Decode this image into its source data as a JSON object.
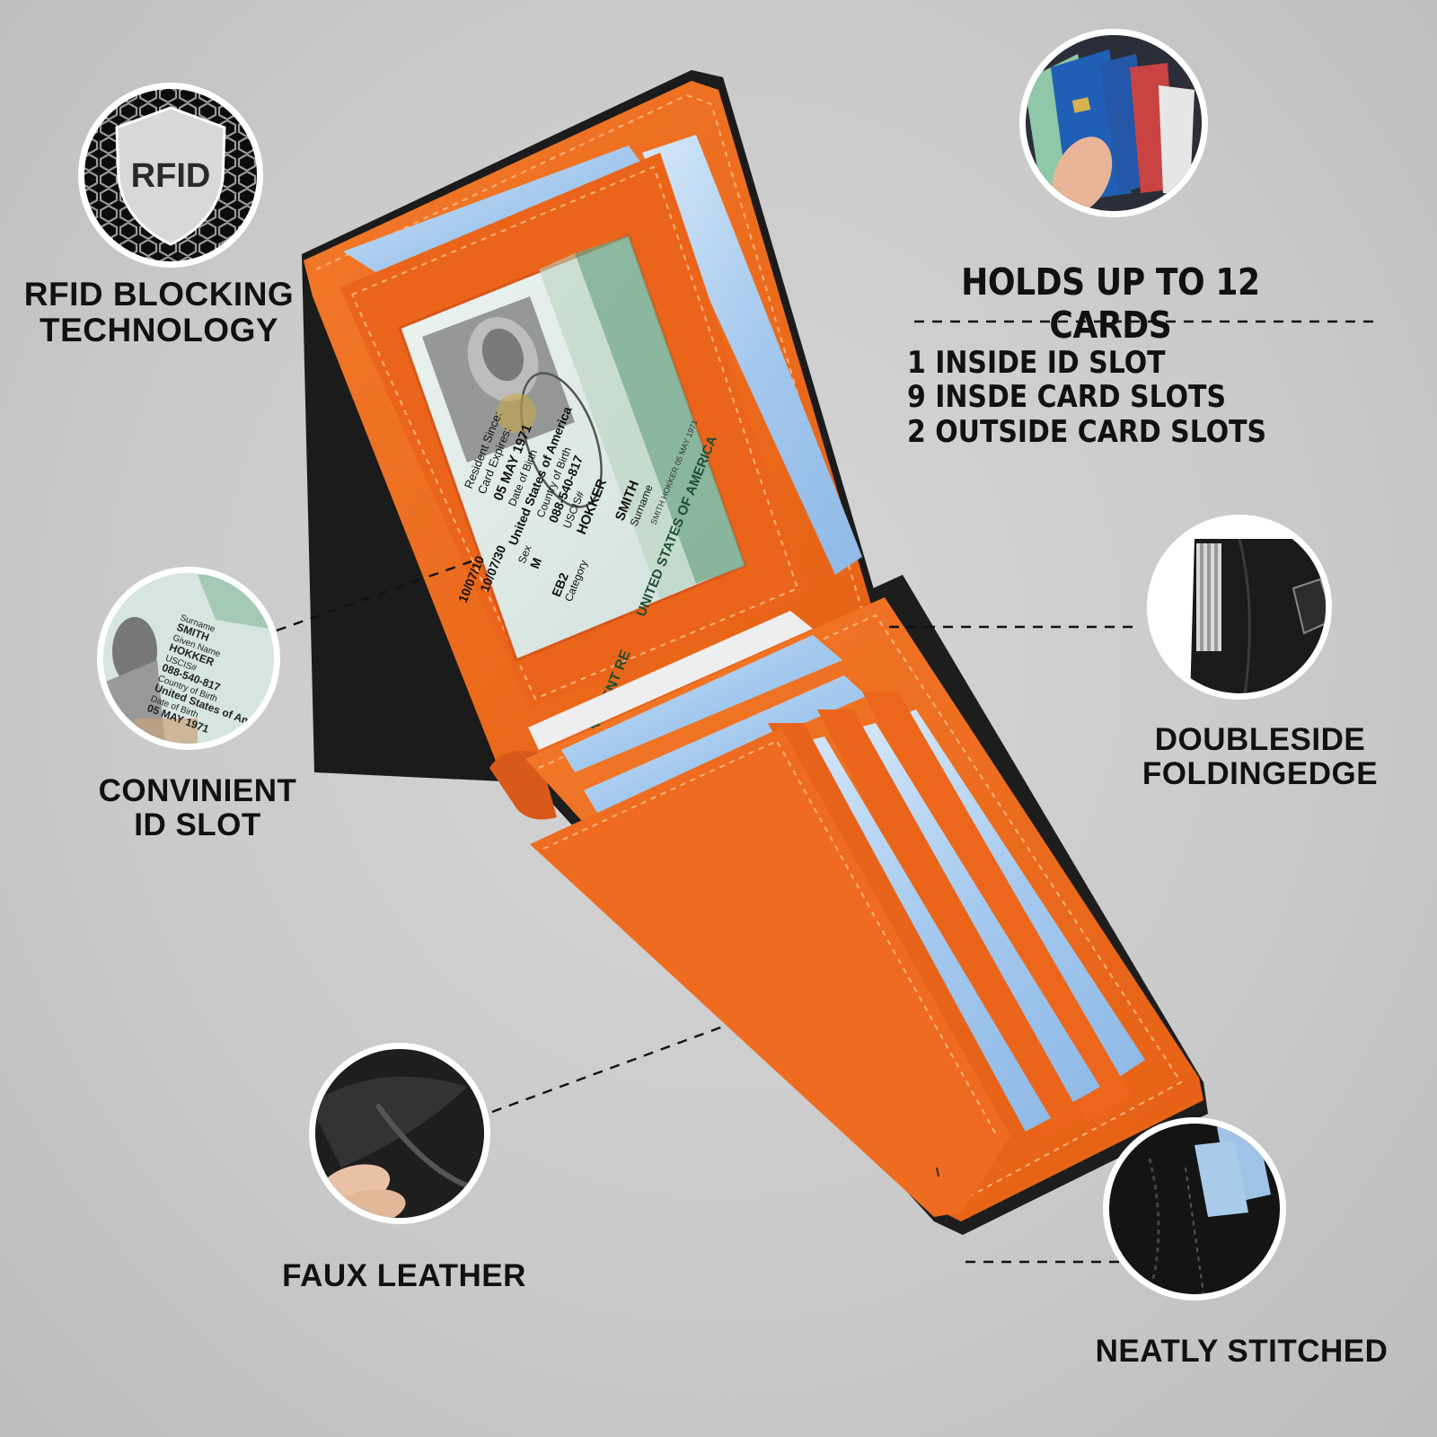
{
  "features": {
    "rfid": {
      "line1": "RFID BLOCKING",
      "line2": "TECHNOLOGY",
      "badge_text": "RFID",
      "icon": "shield-icon"
    },
    "id_slot": {
      "line1": "CONVINIENT",
      "line2": "ID SLOT"
    },
    "leather": {
      "label": "FAUX LEATHER"
    },
    "folding_edge": {
      "line1": "DOUBLESIDE",
      "line2": "FOLDINGEDGE"
    },
    "stitching": {
      "label": "NEATLY STITCHED"
    }
  },
  "capacity": {
    "title": "HOLDS UP TO 12 CARDS",
    "items": [
      "1 INSIDE ID SLOT",
      "9 INSDE CARD SLOTS",
      "2 OUTSIDE CARD SLOTS"
    ]
  },
  "id_card": {
    "header": "UNITED STATES OF AMERICA",
    "banner": "PERMANENT RE",
    "surname_label": "Surname",
    "surname": "SMITH",
    "given_label": "Given Name",
    "given_name": "HOKKER",
    "uscis_label": "USCIS#",
    "uscis": "088-540-817",
    "category_label": "Category",
    "category": "EB2",
    "birth_country_label": "Country of Birth",
    "birth_country": "United States of America",
    "dob_label": "Date of Birth",
    "dob": "05 MAY 1971",
    "sex_label": "Sex",
    "sex": "M",
    "expires_label": "Card Expires:",
    "expires": "10/07/30",
    "resident_label": "Resident Since:",
    "resident": "10/07/10",
    "side_text": "SMITH HOKKER 05 MAY 1971"
  },
  "colors": {
    "background": "#c9c9c9",
    "wallet_leather": "#ef6a1e",
    "wallet_exterior": "#1c1c1c",
    "card": "#a8cbeb",
    "text": "#111111"
  }
}
